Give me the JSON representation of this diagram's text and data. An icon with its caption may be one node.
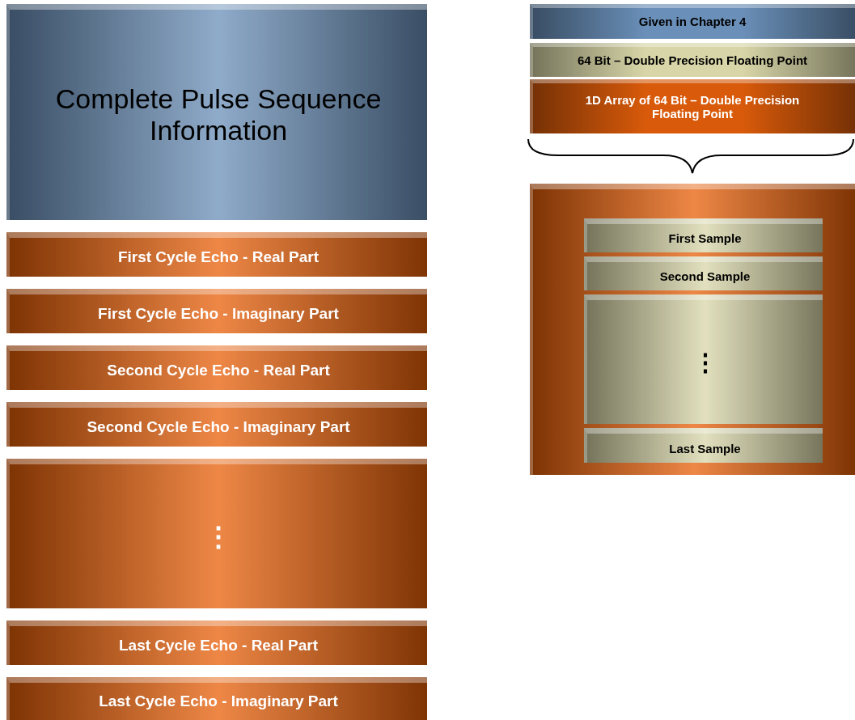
{
  "diagram": {
    "nodes": [
      {
        "text": [
          "Complete Pulse Sequence Information"
        ]
      },
      {
        "text": [
          "First Cycle Echo - Real Part"
        ]
      },
      {
        "text": [
          "First Cycle Echo - Imaginary Part"
        ]
      },
      {
        "text": [
          "Second Cycle Echo - Real Part"
        ]
      },
      {
        "text": [
          "Second Cycle Echo - Imaginary Part"
        ]
      },
      {
        "text": [
          "⋮"
        ]
      },
      {
        "text": [
          "Last Cycle Echo - Real Part"
        ]
      },
      {
        "text": [
          "Last Cycle Echo - Imaginary Part"
        ]
      },
      {
        "text": [],
        "shape": "box"
      },
      {
        "text": [
          "First Sample"
        ],
        "in": 8
      },
      {
        "text": [
          "Second Sample"
        ],
        "in": 8
      },
      {
        "text": [
          "⋮"
        ],
        "in": 8
      },
      {
        "text": [
          "Last Sample"
        ],
        "in": 8
      }
    ],
    "legend": [
      {
        "text": "Given in Chapter 4",
        "color": "#6a8fb8"
      },
      {
        "text": "64 Bit – Double Precision Floating Point",
        "color": "#d8d6a8"
      },
      {
        "text": "1D Array of 64 Bit – Double Precision Floating Point",
        "color": "#d85a0a"
      }
    ]
  }
}
